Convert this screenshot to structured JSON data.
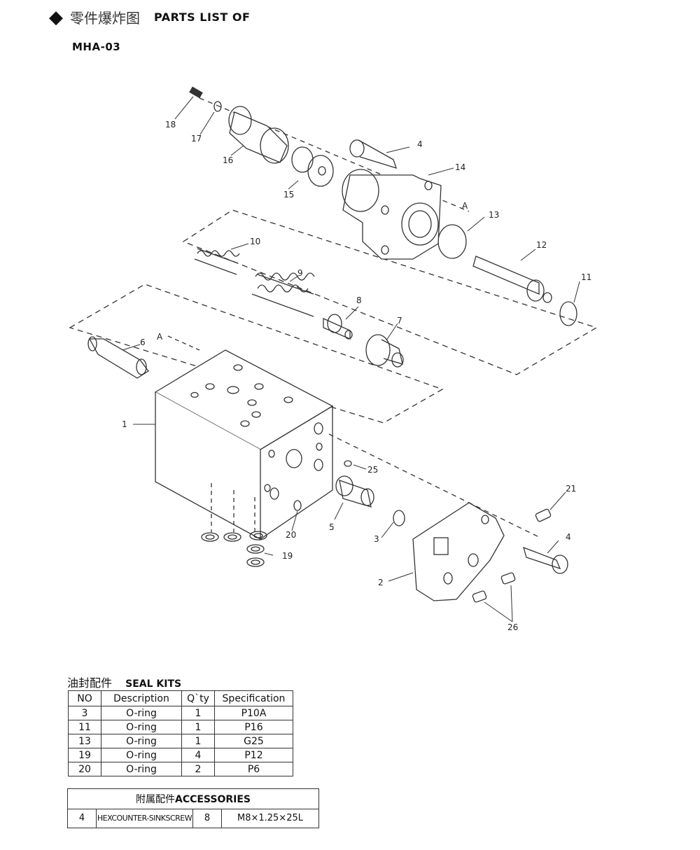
{
  "header": {
    "bullet": "◆",
    "title_zh": "零件爆炸图",
    "title_en": "PARTS LIST OF",
    "model": "MHA-03"
  },
  "diagram": {
    "labels": [
      "1",
      "2",
      "3",
      "4",
      "4",
      "5",
      "6",
      "7",
      "8",
      "9",
      "10",
      "11",
      "12",
      "13",
      "14",
      "15",
      "16",
      "17",
      "18",
      "19",
      "20",
      "21",
      "25",
      "26",
      "A",
      "A"
    ]
  },
  "seal_kits": {
    "title_zh": "油封配件",
    "title_en": "SEAL KITS",
    "headers": [
      "NO",
      "Description",
      "Q`ty",
      "Specification"
    ],
    "rows": [
      [
        "3",
        "O-ring",
        "1",
        "P10A"
      ],
      [
        "11",
        "O-ring",
        "1",
        "P16"
      ],
      [
        "13",
        "O-ring",
        "1",
        "G25"
      ],
      [
        "19",
        "O-ring",
        "4",
        "P12"
      ],
      [
        "20",
        "O-ring",
        "2",
        "P6"
      ]
    ]
  },
  "accessories": {
    "title_zh": "附属配件",
    "title_en": "ACCESSORIES",
    "row": [
      "4",
      "HEXCOUNTER-SINKSCREW",
      "8",
      "M8×1.25×25L"
    ]
  }
}
